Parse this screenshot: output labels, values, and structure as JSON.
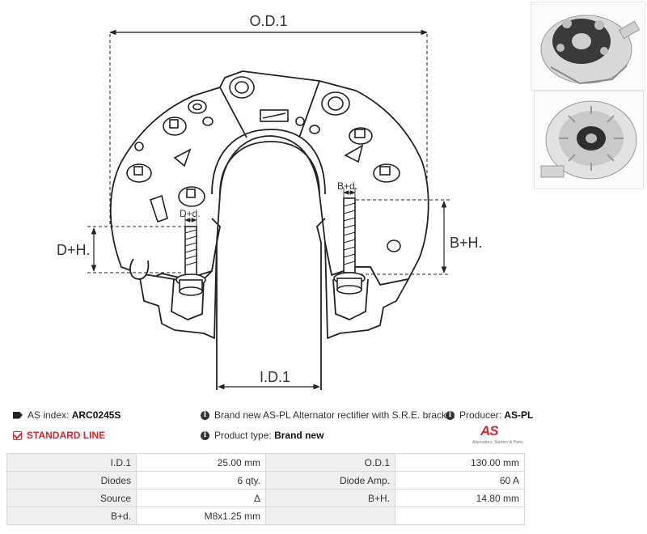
{
  "drawing": {
    "od_label": "O.D.1",
    "id_label": "I.D.1",
    "dh_label": "D+H.",
    "bh_label": "B+H.",
    "dd_label": "D+d.",
    "bd_label": "B+d."
  },
  "info": {
    "as_index_label": "AS index:",
    "as_index_value": "ARC0245S",
    "standard_line": "STANDARD LINE",
    "description": "Brand new AS-PL Alternator rectifier with S.R.E. bracket",
    "producer_label": "Producer:",
    "producer_value": "AS-PL",
    "product_type_label": "Product type:",
    "product_type_value": "Brand new"
  },
  "logo": {
    "text": "AS",
    "tagline": "Alternators, Starters & Parts"
  },
  "specs": [
    {
      "l1": "I.D.1",
      "v1": "25.00 mm",
      "l2": "O.D.1",
      "v2": "130.00 mm"
    },
    {
      "l1": "Diodes",
      "v1": "6 qty.",
      "l2": "Diode Amp.",
      "v2": "60 A"
    },
    {
      "l1": "Source",
      "v1": "Δ",
      "l2": "B+H.",
      "v2": "14.80 mm"
    },
    {
      "l1": "B+d.",
      "v1": "M8x1.25 mm",
      "l2": "",
      "v2": ""
    }
  ],
  "colors": {
    "accent": "#d6262b",
    "table_label_bg": "#efefef",
    "table_border": "#d8d8d8"
  }
}
